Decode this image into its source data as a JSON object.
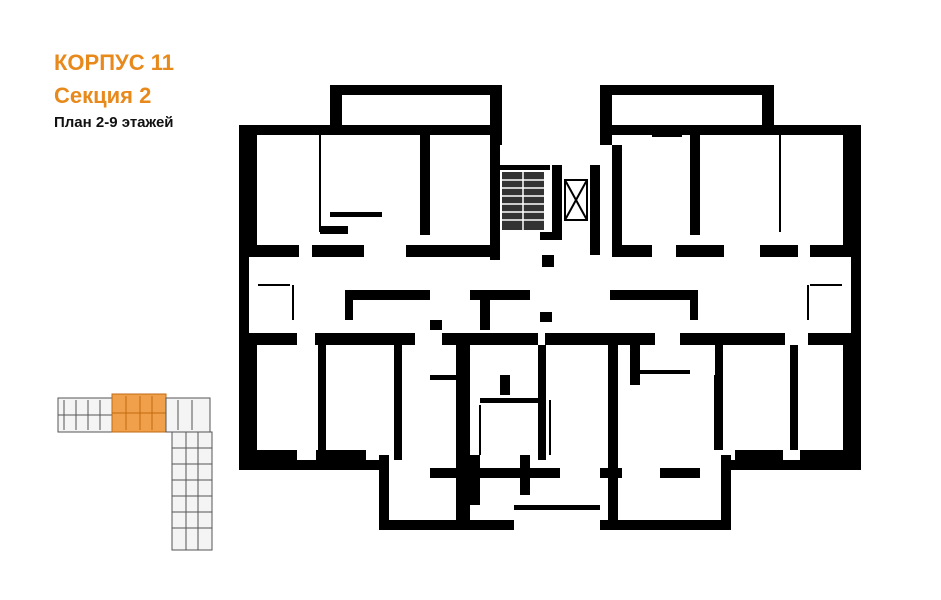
{
  "header": {
    "building": "КОРПУС 11",
    "section": "Секция 2",
    "plan": "План 2-9 этажей"
  },
  "colors": {
    "accent": "#e8891c",
    "highlight": "#f0a04b",
    "wall": "#000000"
  }
}
